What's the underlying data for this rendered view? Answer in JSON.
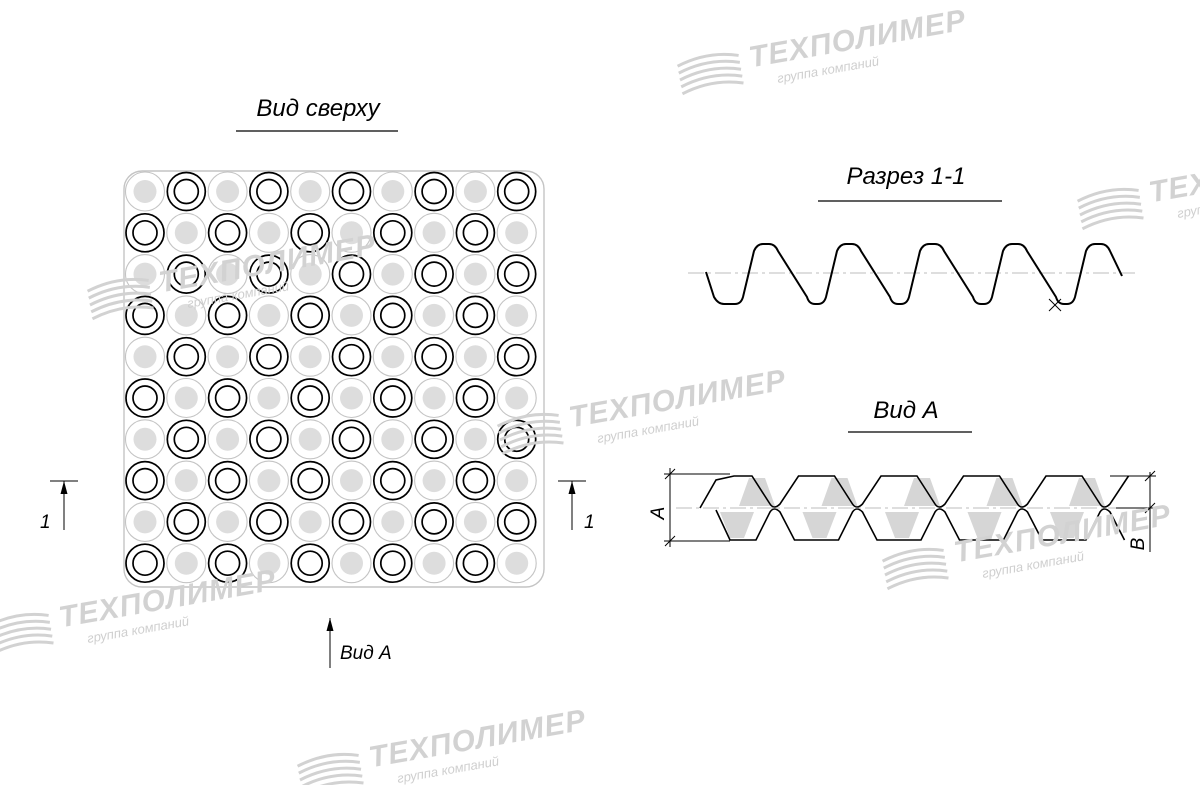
{
  "views": {
    "top_view_title": "Вид сверху",
    "section_title": "Разрез 1-1",
    "view_a_title": "Вид А",
    "view_a_arrow_label": "Вид А"
  },
  "section_marks": {
    "left": "1",
    "right": "1"
  },
  "dimensions": {
    "height_a": "A",
    "height_b": "B"
  },
  "grid": {
    "rows": 10,
    "cols": 10,
    "cell_fill": "#dddddd",
    "outline_color": "#c4c4c4"
  },
  "watermark": {
    "name": "ТЕХПОЛИМЕР",
    "subtitle": "группа компаний",
    "color": "#d2d2d2"
  }
}
